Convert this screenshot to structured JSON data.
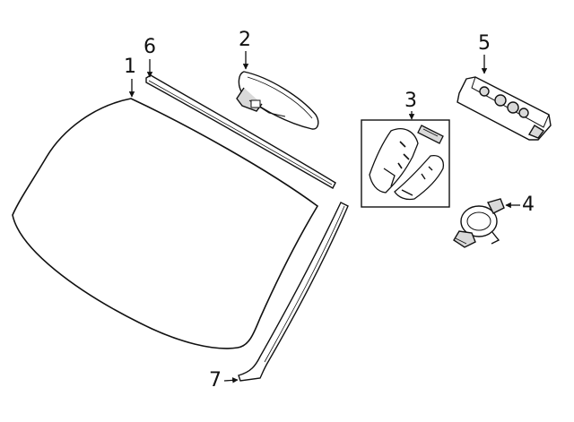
{
  "colors": {
    "stroke": "#111111",
    "fill": "#ffffff",
    "shade": "#d9d9d9",
    "dark": "#555555"
  },
  "callouts": {
    "c1": "1",
    "c2": "2",
    "c3": "3",
    "c4": "4",
    "c5": "5",
    "c6": "6",
    "c7": "7"
  }
}
